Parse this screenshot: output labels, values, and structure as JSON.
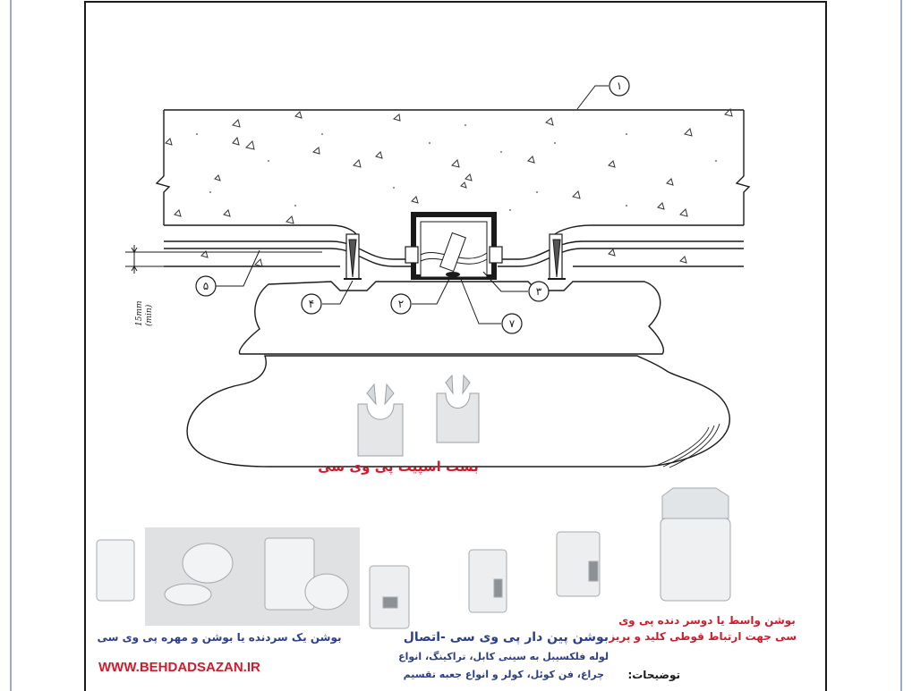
{
  "callouts": [
    "١",
    "٢",
    "٣",
    "۴",
    "۵",
    "٧"
  ],
  "dimension_label": "15mm\n(min)",
  "captions": {
    "clip": "بست اسپیت پی وی سی",
    "coupling": "بوشن واسط یا دوسر دنده پی وی سی جهت ارتباط قوطی کلید و پریز",
    "coupling_line1": "بوشن واسط یا دوسر دنده پی وی",
    "coupling_line2": "سی جهت ارتباط قوطی کلید و پریز",
    "pin": "بوشن پین دار پی وی سی -اتصال",
    "pin_desc": "لوله فلکسیبل به سینی کابل، تراکینگ، انواع",
    "notes_label": "توضیحات:",
    "notes_text": "چراغ، فن کوئل، کولر و انواع جعبه تقسیم",
    "single": "بوشن یک سردنده یا بوشن و مهره پی وی سی"
  },
  "website": "WWW.BEHDADSAZAN.IR",
  "colors": {
    "caption_red": "#d11a2a",
    "caption_blue": "#2b3f8c",
    "line": "#1a1a1a"
  }
}
